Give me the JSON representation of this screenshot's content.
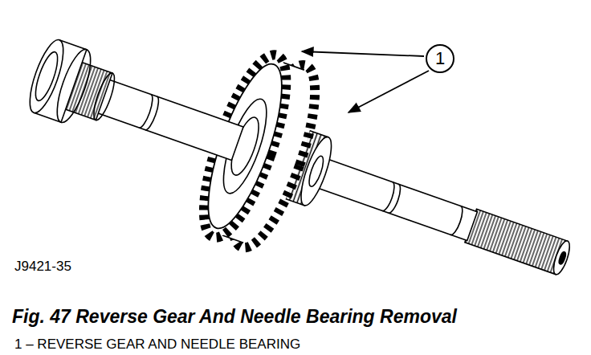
{
  "diagram": {
    "caption": "Fig. 47 Reverse Gear And Needle Bearing Removal",
    "nodes": [
      {
        "text": [
          "1"
        ]
      }
    ],
    "labels": [
      "J9421-35",
      "1 – REVERSE GEAR AND NEEDLE BEARING"
    ]
  }
}
